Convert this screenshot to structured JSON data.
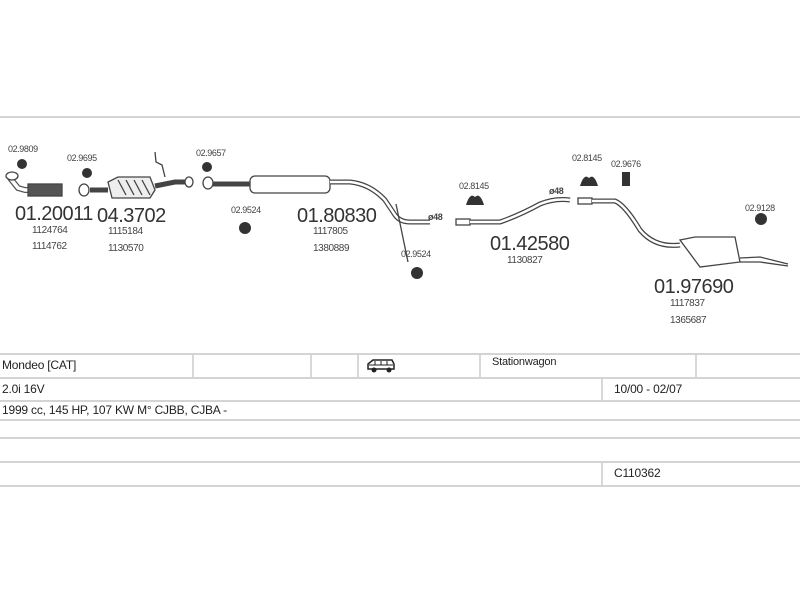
{
  "parts": [
    {
      "number": "01.20011",
      "refs": [
        "1124764",
        "1114762"
      ]
    },
    {
      "number": "04.3702",
      "refs": [
        "1115184",
        "1130570"
      ]
    },
    {
      "number": "01.80830",
      "refs": [
        "1117805",
        "1380889"
      ]
    },
    {
      "number": "01.42580",
      "refs": [
        "1130827"
      ]
    },
    {
      "number": "01.97690",
      "refs": [
        "1117837",
        "1365687"
      ]
    }
  ],
  "accessories": [
    "02.9809",
    "02.9695",
    "02.9657",
    "02.9524",
    "02.9524",
    "02.8145",
    "02.8145",
    "02.9676",
    "02.9128"
  ],
  "pipe_diameters": [
    "ø48",
    "ø48"
  ],
  "vehicle": {
    "model": "Mondeo  [CAT]",
    "body_icon": "station-wagon-icon",
    "body_type": "Stationwagon",
    "engine": "2.0i 16V",
    "years": "10/00 - 02/07",
    "specs": "1999 cc, 145 HP, 107 KW M° CJBB, CJBA -",
    "code": "C110362"
  }
}
